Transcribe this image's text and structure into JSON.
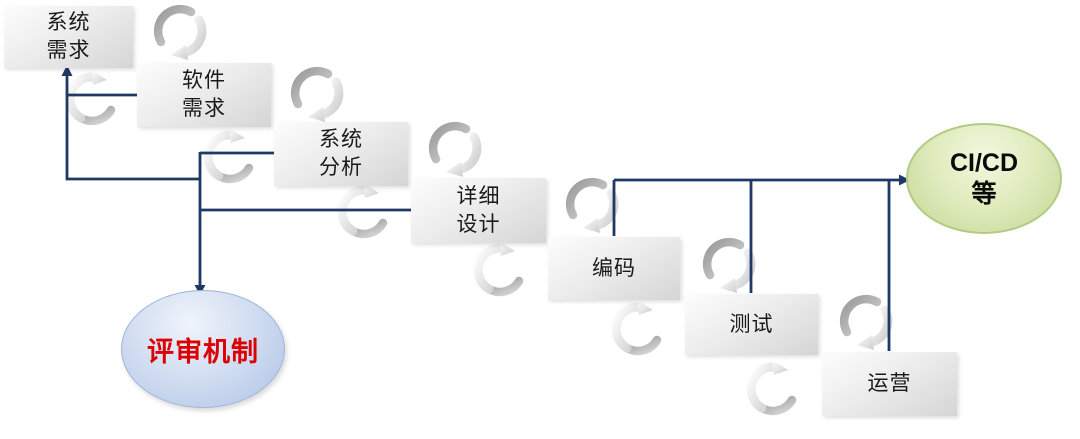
{
  "diagram": {
    "background_color": "#ffffff",
    "nodes": [
      {
        "id": "system-requirements",
        "label": "系统\n需求"
      },
      {
        "id": "software-requirements",
        "label": "软件\n需求"
      },
      {
        "id": "system-analysis",
        "label": "系统\n分析"
      },
      {
        "id": "detailed-design",
        "label": "详细\n设计"
      },
      {
        "id": "coding",
        "label": "编码"
      },
      {
        "id": "testing",
        "label": "测试"
      },
      {
        "id": "operations",
        "label": "运营"
      }
    ],
    "review": {
      "label": "评审机制",
      "text_color": "#dd0000",
      "fill": "#c8d6ee"
    },
    "cicd": {
      "label": "CI/CD\n等",
      "text_color": "#0a0a0a",
      "fill": "#dcead7"
    },
    "colors": {
      "connector": "#1F3864",
      "box_fill_top": "#fdfdfd",
      "box_fill_bottom": "#d5d5d5",
      "cycle_arrow_gray": "#a8a8a8",
      "cycle_arrow_light": "#eeeeee"
    },
    "icons": {
      "cycle_arrow": {
        "name": "cycle-arrow-icon",
        "meaning": "clockwise iteration arrows between phases",
        "count": 12
      }
    }
  }
}
